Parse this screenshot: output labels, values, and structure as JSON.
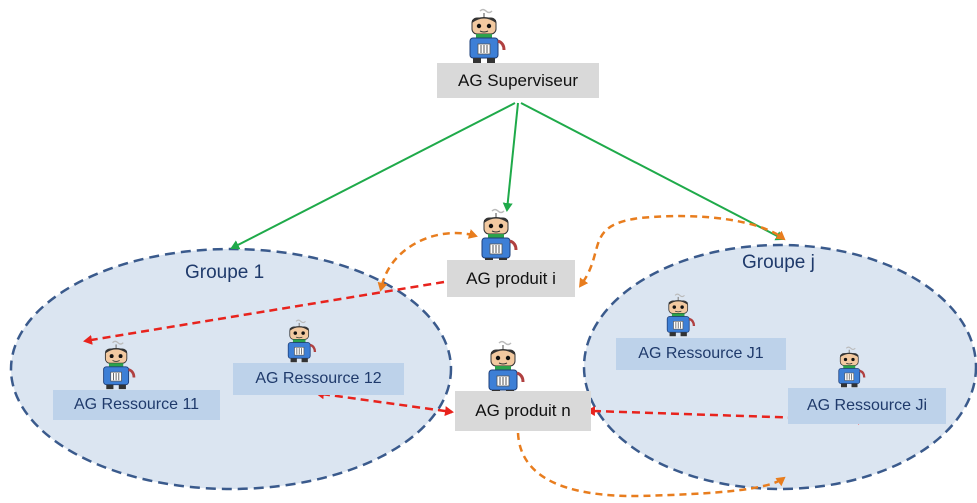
{
  "colors": {
    "group_fill": "#dbe5f1",
    "group_border": "#3a5a8c",
    "supervision_arrow": "#1faa4a",
    "communication_arrow": "#e8231d",
    "coordination_arrow": "#e87d1e",
    "label_gray": "#d9d9d9",
    "label_blue": "#bdd2ea"
  },
  "groups": [
    {
      "id": "group-1",
      "title": "Groupe 1"
    },
    {
      "id": "group-j",
      "title": "Groupe j"
    }
  ],
  "agents": {
    "supervisor": {
      "label": "AG Superviseur",
      "icon": "agent-robot-icon"
    },
    "product_i": {
      "label": "AG produit i",
      "icon": "agent-robot-icon"
    },
    "product_n": {
      "label": "AG produit n",
      "icon": "agent-robot-icon"
    },
    "resource_11": {
      "label": "AG Ressource 11",
      "icon": "agent-robot-icon"
    },
    "resource_12": {
      "label": "AG Ressource 12",
      "icon": "agent-robot-icon"
    },
    "resource_j1": {
      "label": "AG Ressource J1",
      "icon": "agent-robot-icon"
    },
    "resource_ji": {
      "label": "AG Ressource Ji",
      "icon": "agent-robot-icon"
    }
  }
}
